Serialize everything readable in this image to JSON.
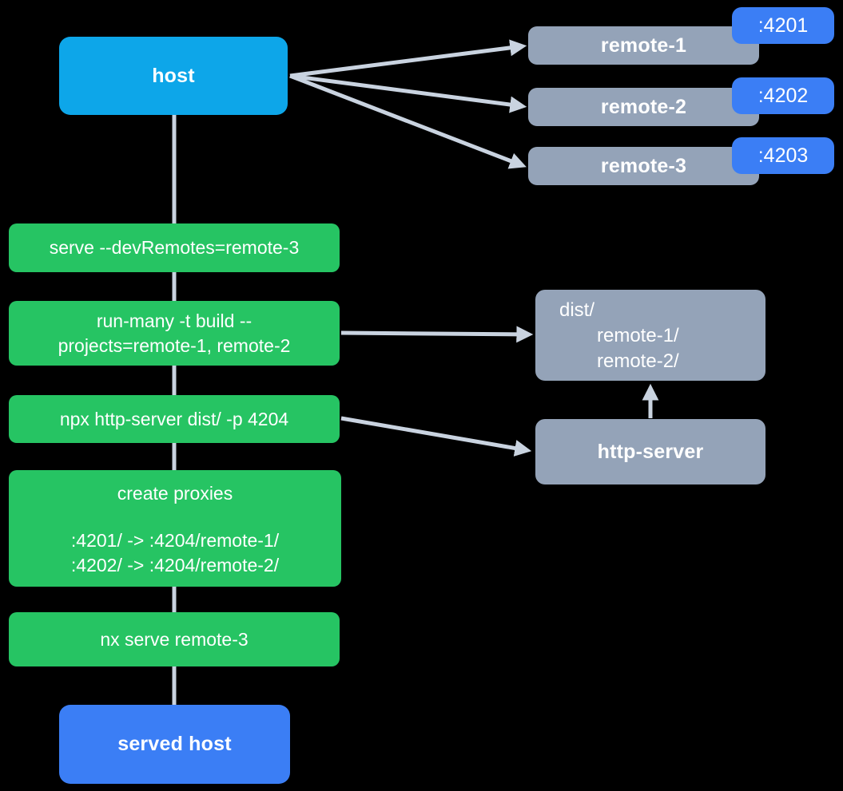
{
  "theme": {
    "bg": "#000000",
    "host-blue": "#0da6e9",
    "action-green": "#26c463",
    "remote-gray": "#94a3b8",
    "port-blue": "#3b7ef5",
    "line-gray": "#c9d3e0",
    "text-white": "#ffffff"
  },
  "diagram": {
    "host": {
      "label": "host"
    },
    "remotes": [
      {
        "label": "remote-1",
        "port": ":4201"
      },
      {
        "label": "remote-2",
        "port": ":4202"
      },
      {
        "label": "remote-3",
        "port": ":4203"
      }
    ],
    "steps": [
      {
        "lines": [
          "serve --devRemotes=remote-3"
        ]
      },
      {
        "lines": [
          "run-many -t build --",
          "projects=remote-1, remote-2"
        ]
      },
      {
        "lines": [
          "npx http-server dist/ -p 4204"
        ]
      },
      {
        "title": "create proxies",
        "lines": [
          ":4201/ -> :4204/remote-1/",
          ":4202/ -> :4204/remote-2/"
        ]
      },
      {
        "lines": [
          "nx serve remote-3"
        ]
      }
    ],
    "dist_folder": {
      "lines": [
        "dist/",
        "remote-1/",
        "remote-2/"
      ]
    },
    "http_server": {
      "label": "http-server"
    },
    "served_host": {
      "label": "served host"
    }
  }
}
